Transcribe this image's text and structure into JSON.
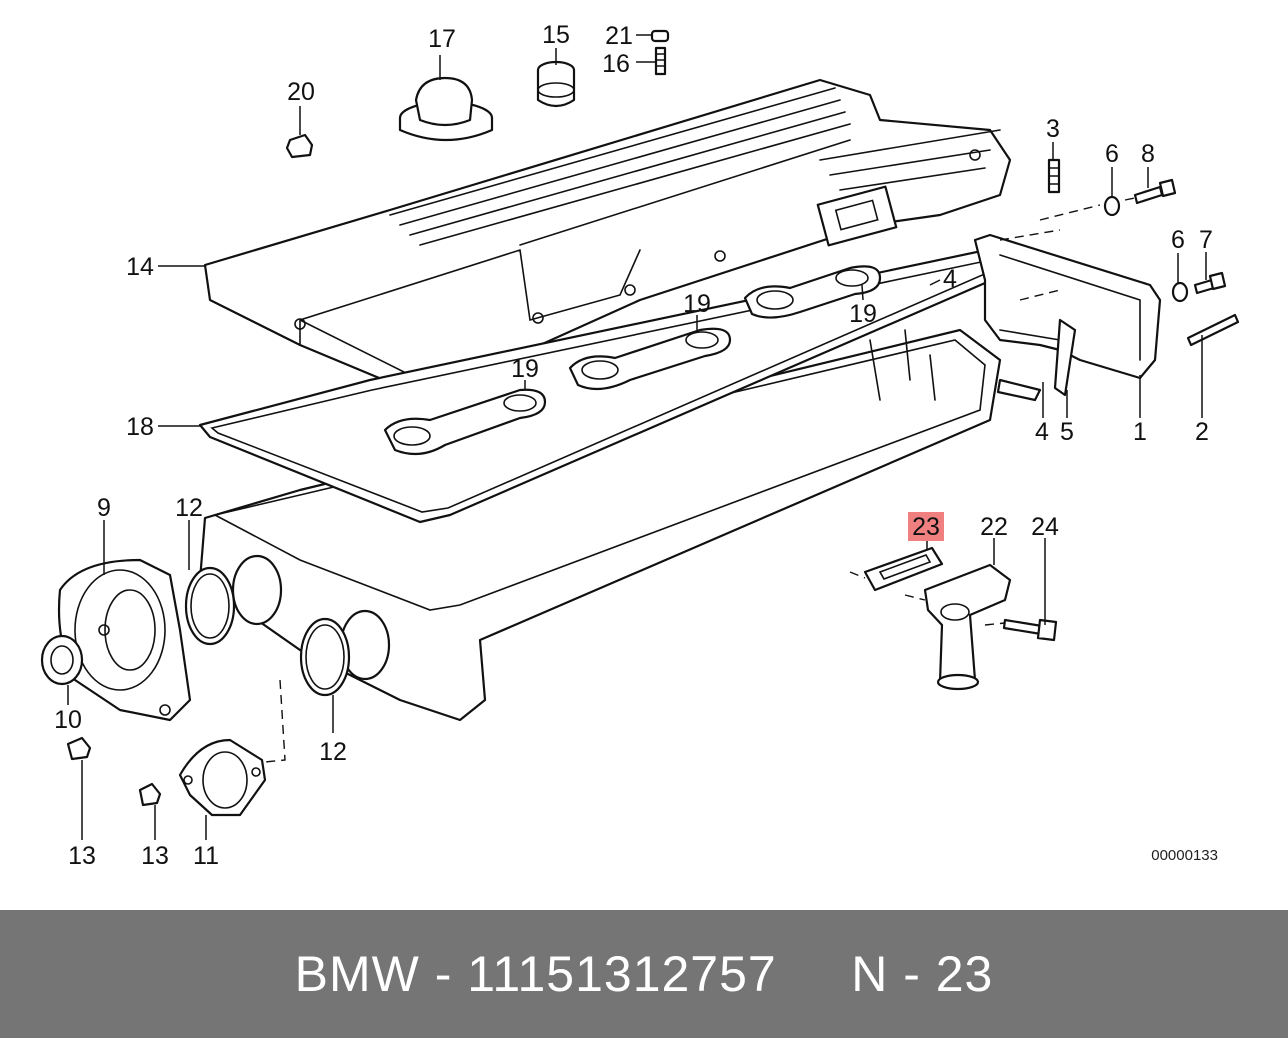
{
  "diagram": {
    "labels": [
      "1",
      "2",
      "3",
      "4",
      "4",
      "5",
      "6",
      "6",
      "7",
      "8",
      "9",
      "10",
      "11",
      "12",
      "12",
      "13",
      "13",
      "14",
      "15",
      "16",
      "17",
      "18",
      "19",
      "19",
      "19",
      "20",
      "21",
      "22",
      "23",
      "24"
    ],
    "highlighted_label": "23",
    "drawing_code": "00000133",
    "highlight_color": "#f08080"
  },
  "footer": {
    "brand": "BMW",
    "separator": " - ",
    "part_number": "11151312757",
    "spacer": "     ",
    "position_prefix": "N",
    "position_separator": " - ",
    "position_number": "23",
    "background": "#757575",
    "text_color": "#ffffff"
  }
}
